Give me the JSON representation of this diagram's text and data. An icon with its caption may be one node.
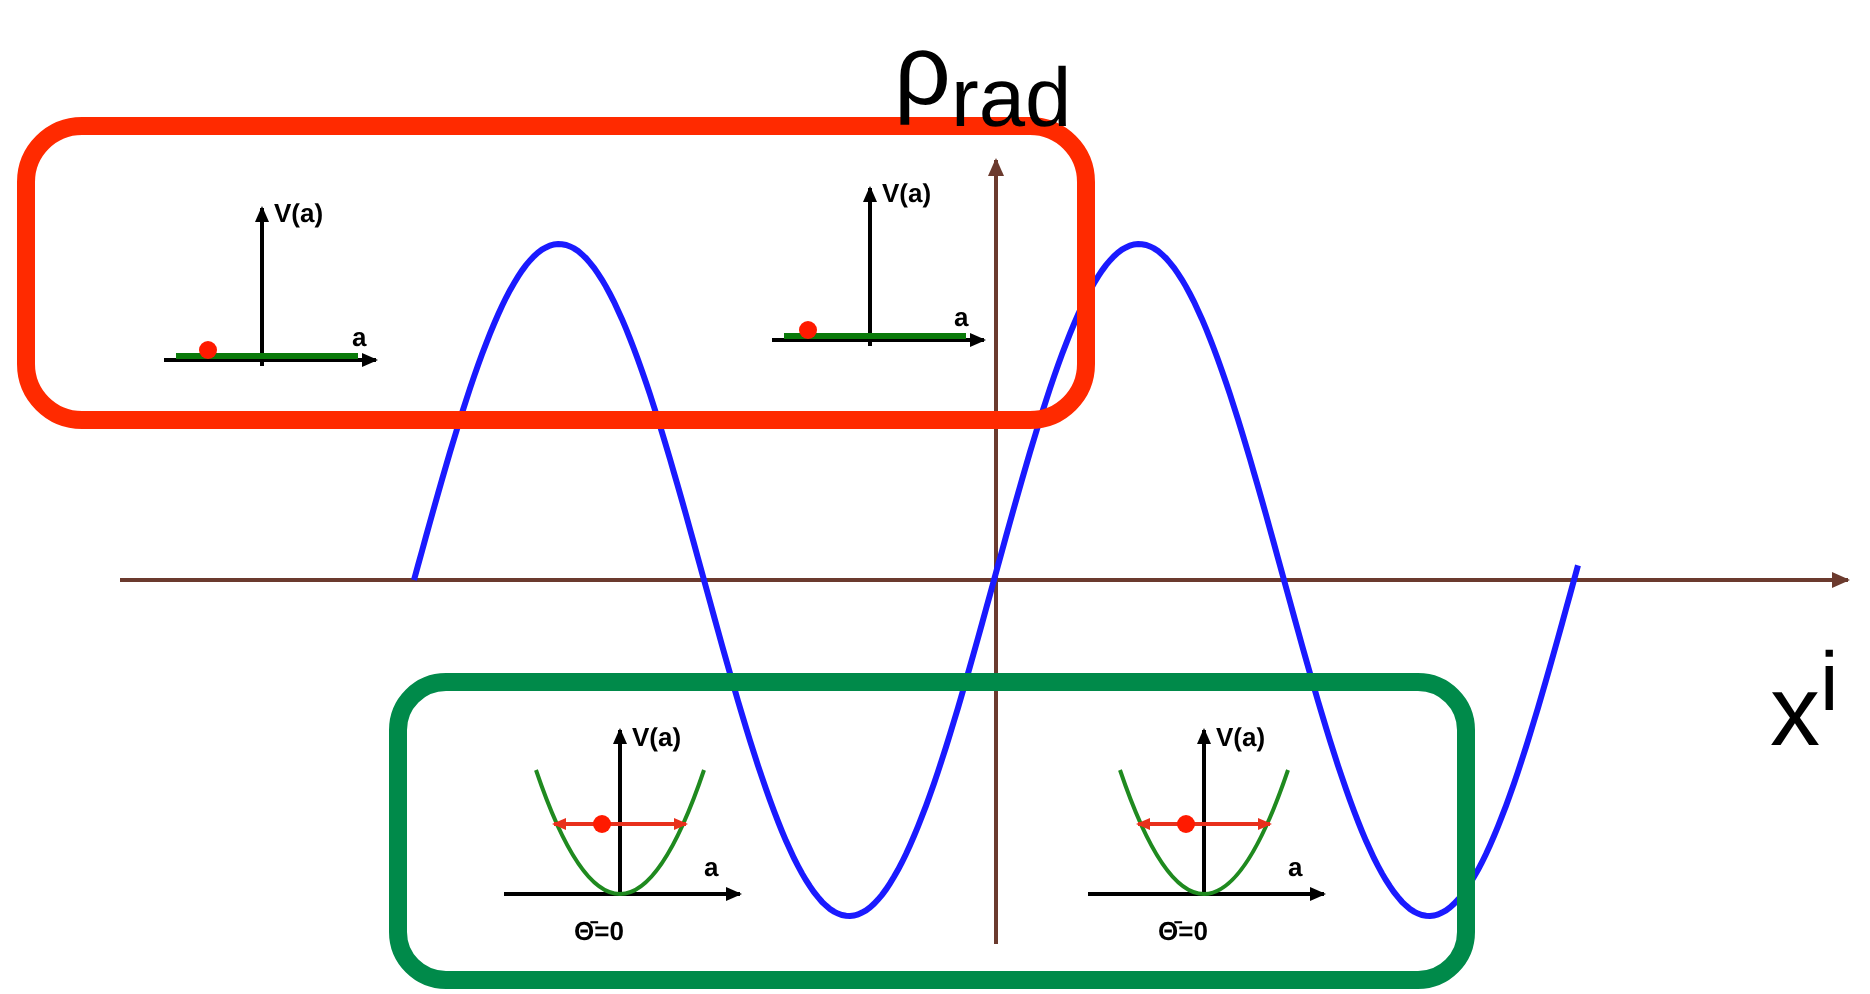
{
  "diagram": {
    "labels": [
      "ρ$_{rad}$",
      "V(a)",
      "a",
      "V(a)",
      "a",
      "x$^{i}$",
      "V(a)",
      "a",
      "Θ̄=0",
      "V(a)",
      "a",
      "Θ̄=0"
    ]
  }
}
